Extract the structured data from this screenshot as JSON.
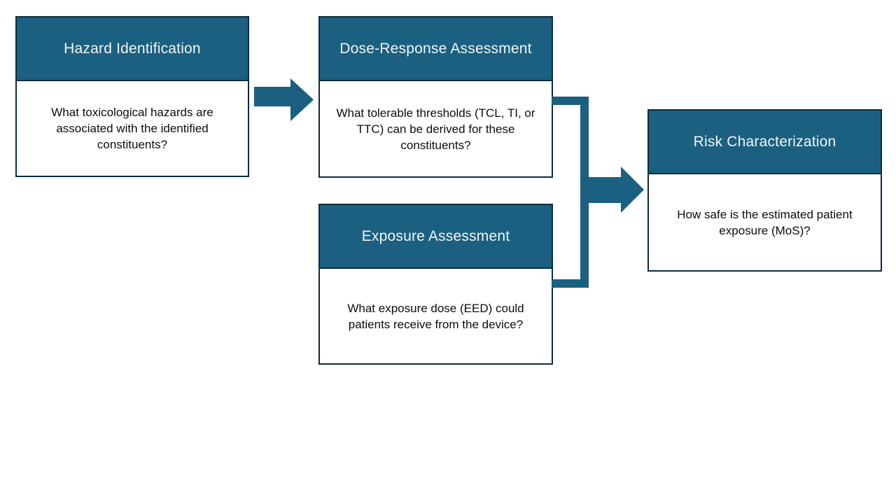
{
  "colors": {
    "accent": "#1B6080",
    "box_border": "#0D2B3D",
    "header_text": "#F2F6F7",
    "body_text": "#0D0D0D",
    "background": "#FFFFFF"
  },
  "diagram": {
    "boxes": {
      "hazard": {
        "title": "Hazard Identification",
        "body": "What toxicological hazards are\nassociated with the identified\nconstituents?"
      },
      "dose": {
        "title": "Dose-Response Assessment",
        "body": "What tolerable thresholds (TCL, TI, or\nTTC) can be derived for these\nconstituents?"
      },
      "exposure": {
        "title": "Exposure Assessment",
        "body": "What exposure dose (EED) could\npatients receive from the device?"
      },
      "risk": {
        "title": "Risk Characterization",
        "body": "How safe is the estimated patient\nexposure (MoS)?"
      }
    }
  }
}
